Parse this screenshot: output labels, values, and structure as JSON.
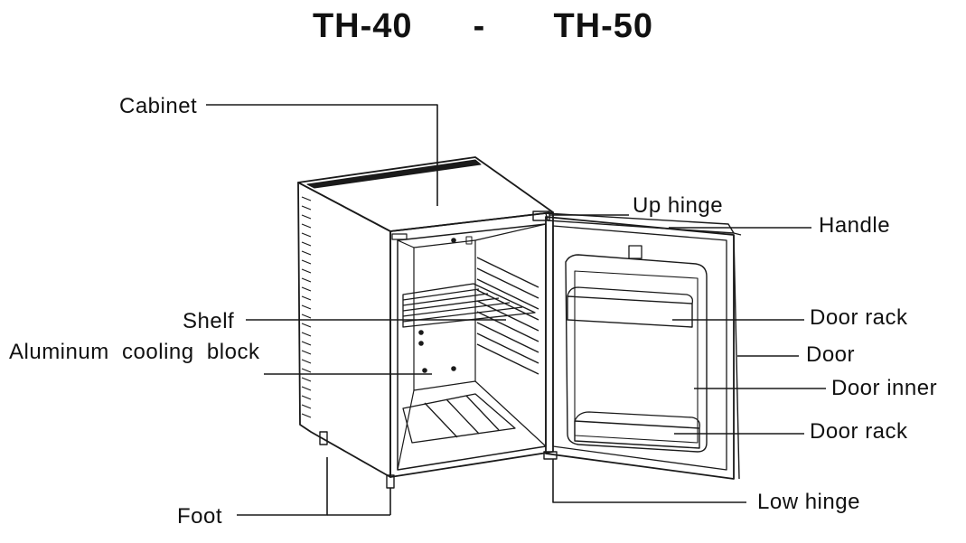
{
  "title": {
    "left_model": "TH-40",
    "separator": "-",
    "right_model": "TH-50"
  },
  "labels": {
    "cabinet": "Cabinet",
    "up_hinge": "Up hinge",
    "handle": "Handle",
    "shelf": "Shelf",
    "aluminum_cooling_block": "Aluminum  cooling  block",
    "door_rack_top": "Door rack",
    "door": "Door",
    "door_inner": "Door inner",
    "door_rack_bottom": "Door rack",
    "low_hinge": "Low hinge",
    "foot": "Foot"
  },
  "colors": {
    "line": "#1a1a1a",
    "background": "#ffffff"
  }
}
